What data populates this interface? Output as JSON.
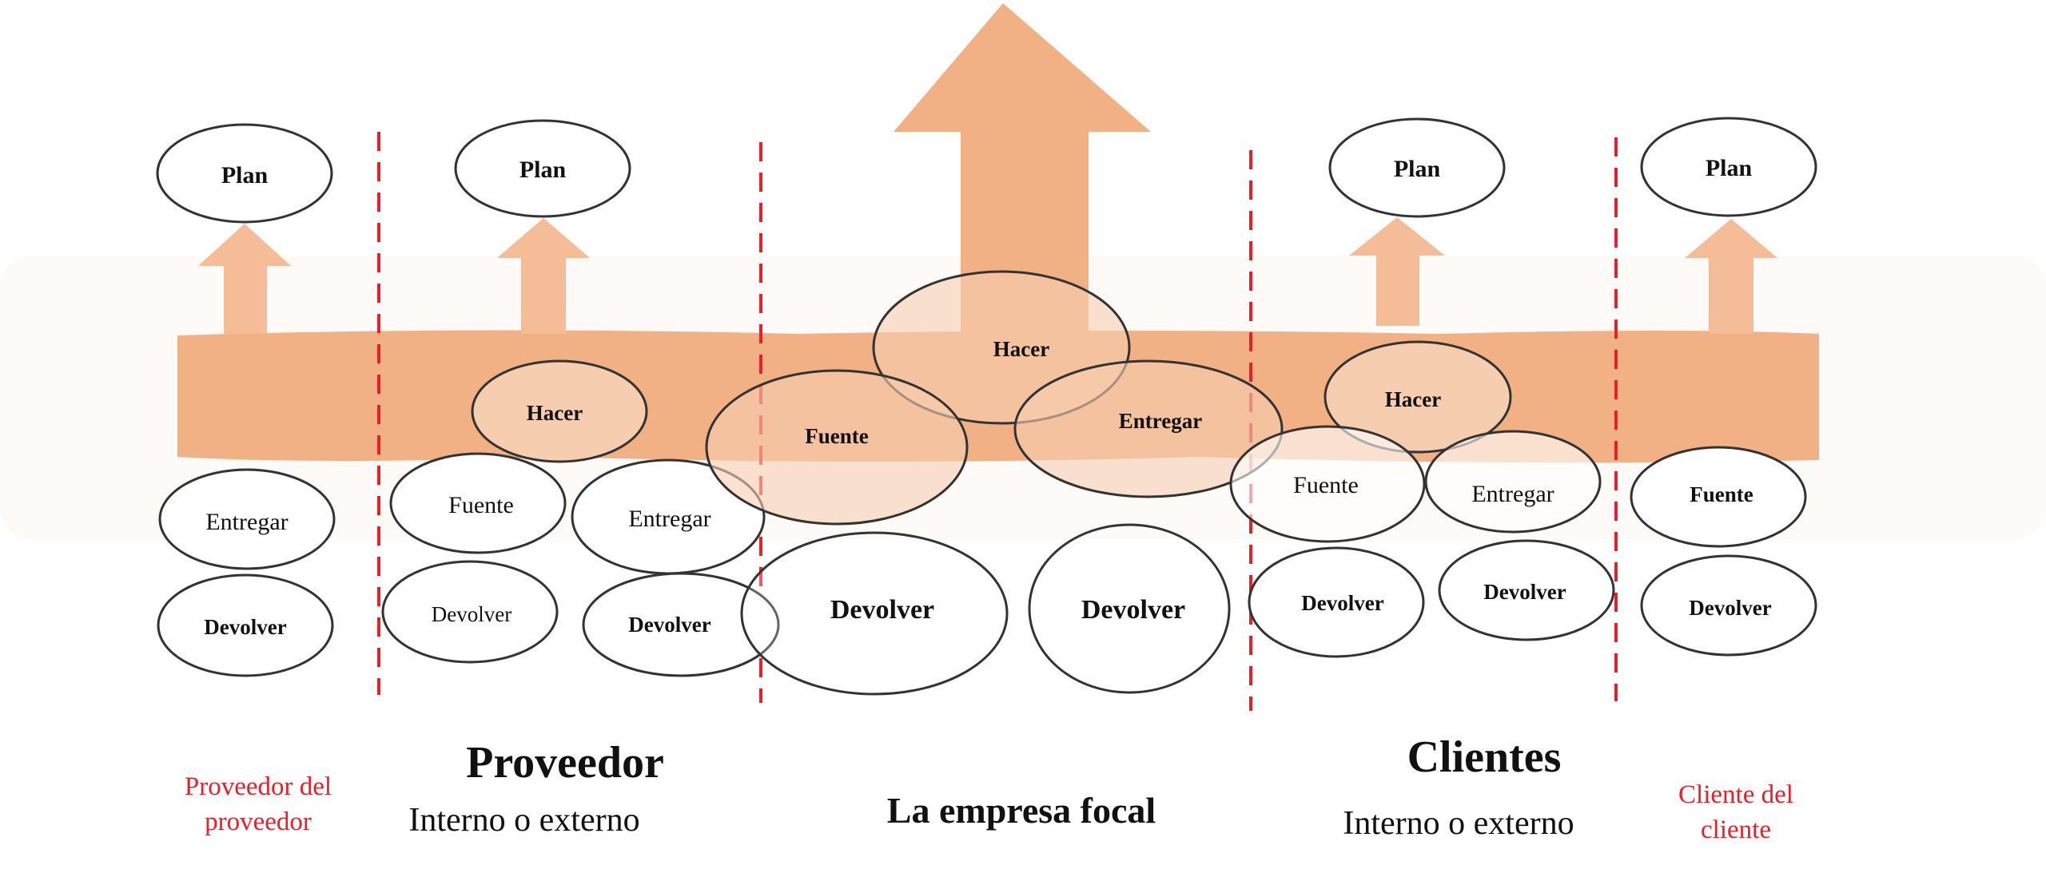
{
  "nodes": {
    "col1_plan": "Plan",
    "col1_entregar": "Entregar",
    "col1_devolver": "Devolver",
    "col2_plan": "Plan",
    "col2_hacer": "Hacer",
    "col2_fuente": "Fuente",
    "col2_entregar": "Entregar",
    "col2_devolver_a": "Devolver",
    "col2_devolver_b": "Devolver",
    "col3_hacer": "Hacer",
    "col3_fuente": "Fuente",
    "col3_entregar": "Entregar",
    "col3_devolver_a": "Devolver",
    "col3_devolver_b": "Devolver",
    "col4_plan": "Plan",
    "col4_hacer": "Hacer",
    "col4_fuente": "Fuente",
    "col4_entregar": "Entregar",
    "col4_devolver_a": "Devolver",
    "col4_devolver_b": "Devolver",
    "col5_plan": "Plan",
    "col5_fuente": "Fuente",
    "col5_devolver": "Devolver"
  },
  "labels": {
    "supplier_of_supplier_line1": "Proveedor del",
    "supplier_of_supplier_line2": "proveedor",
    "supplier_title": "Proveedor",
    "supplier_subtitle": "Interno o externo",
    "focal_company": "La empresa focal",
    "customers_title": "Clientes",
    "customers_subtitle": "Interno o externo",
    "customer_of_customer_line1": "Cliente del",
    "customer_of_customer_line2": "cliente"
  },
  "colors": {
    "band": "#f2b184",
    "arrow": "#f4bc97",
    "highlight_fill": "#f7cdb0",
    "divider": "#e8202a",
    "outline": "#333333",
    "accent_label": "#e8202a"
  }
}
